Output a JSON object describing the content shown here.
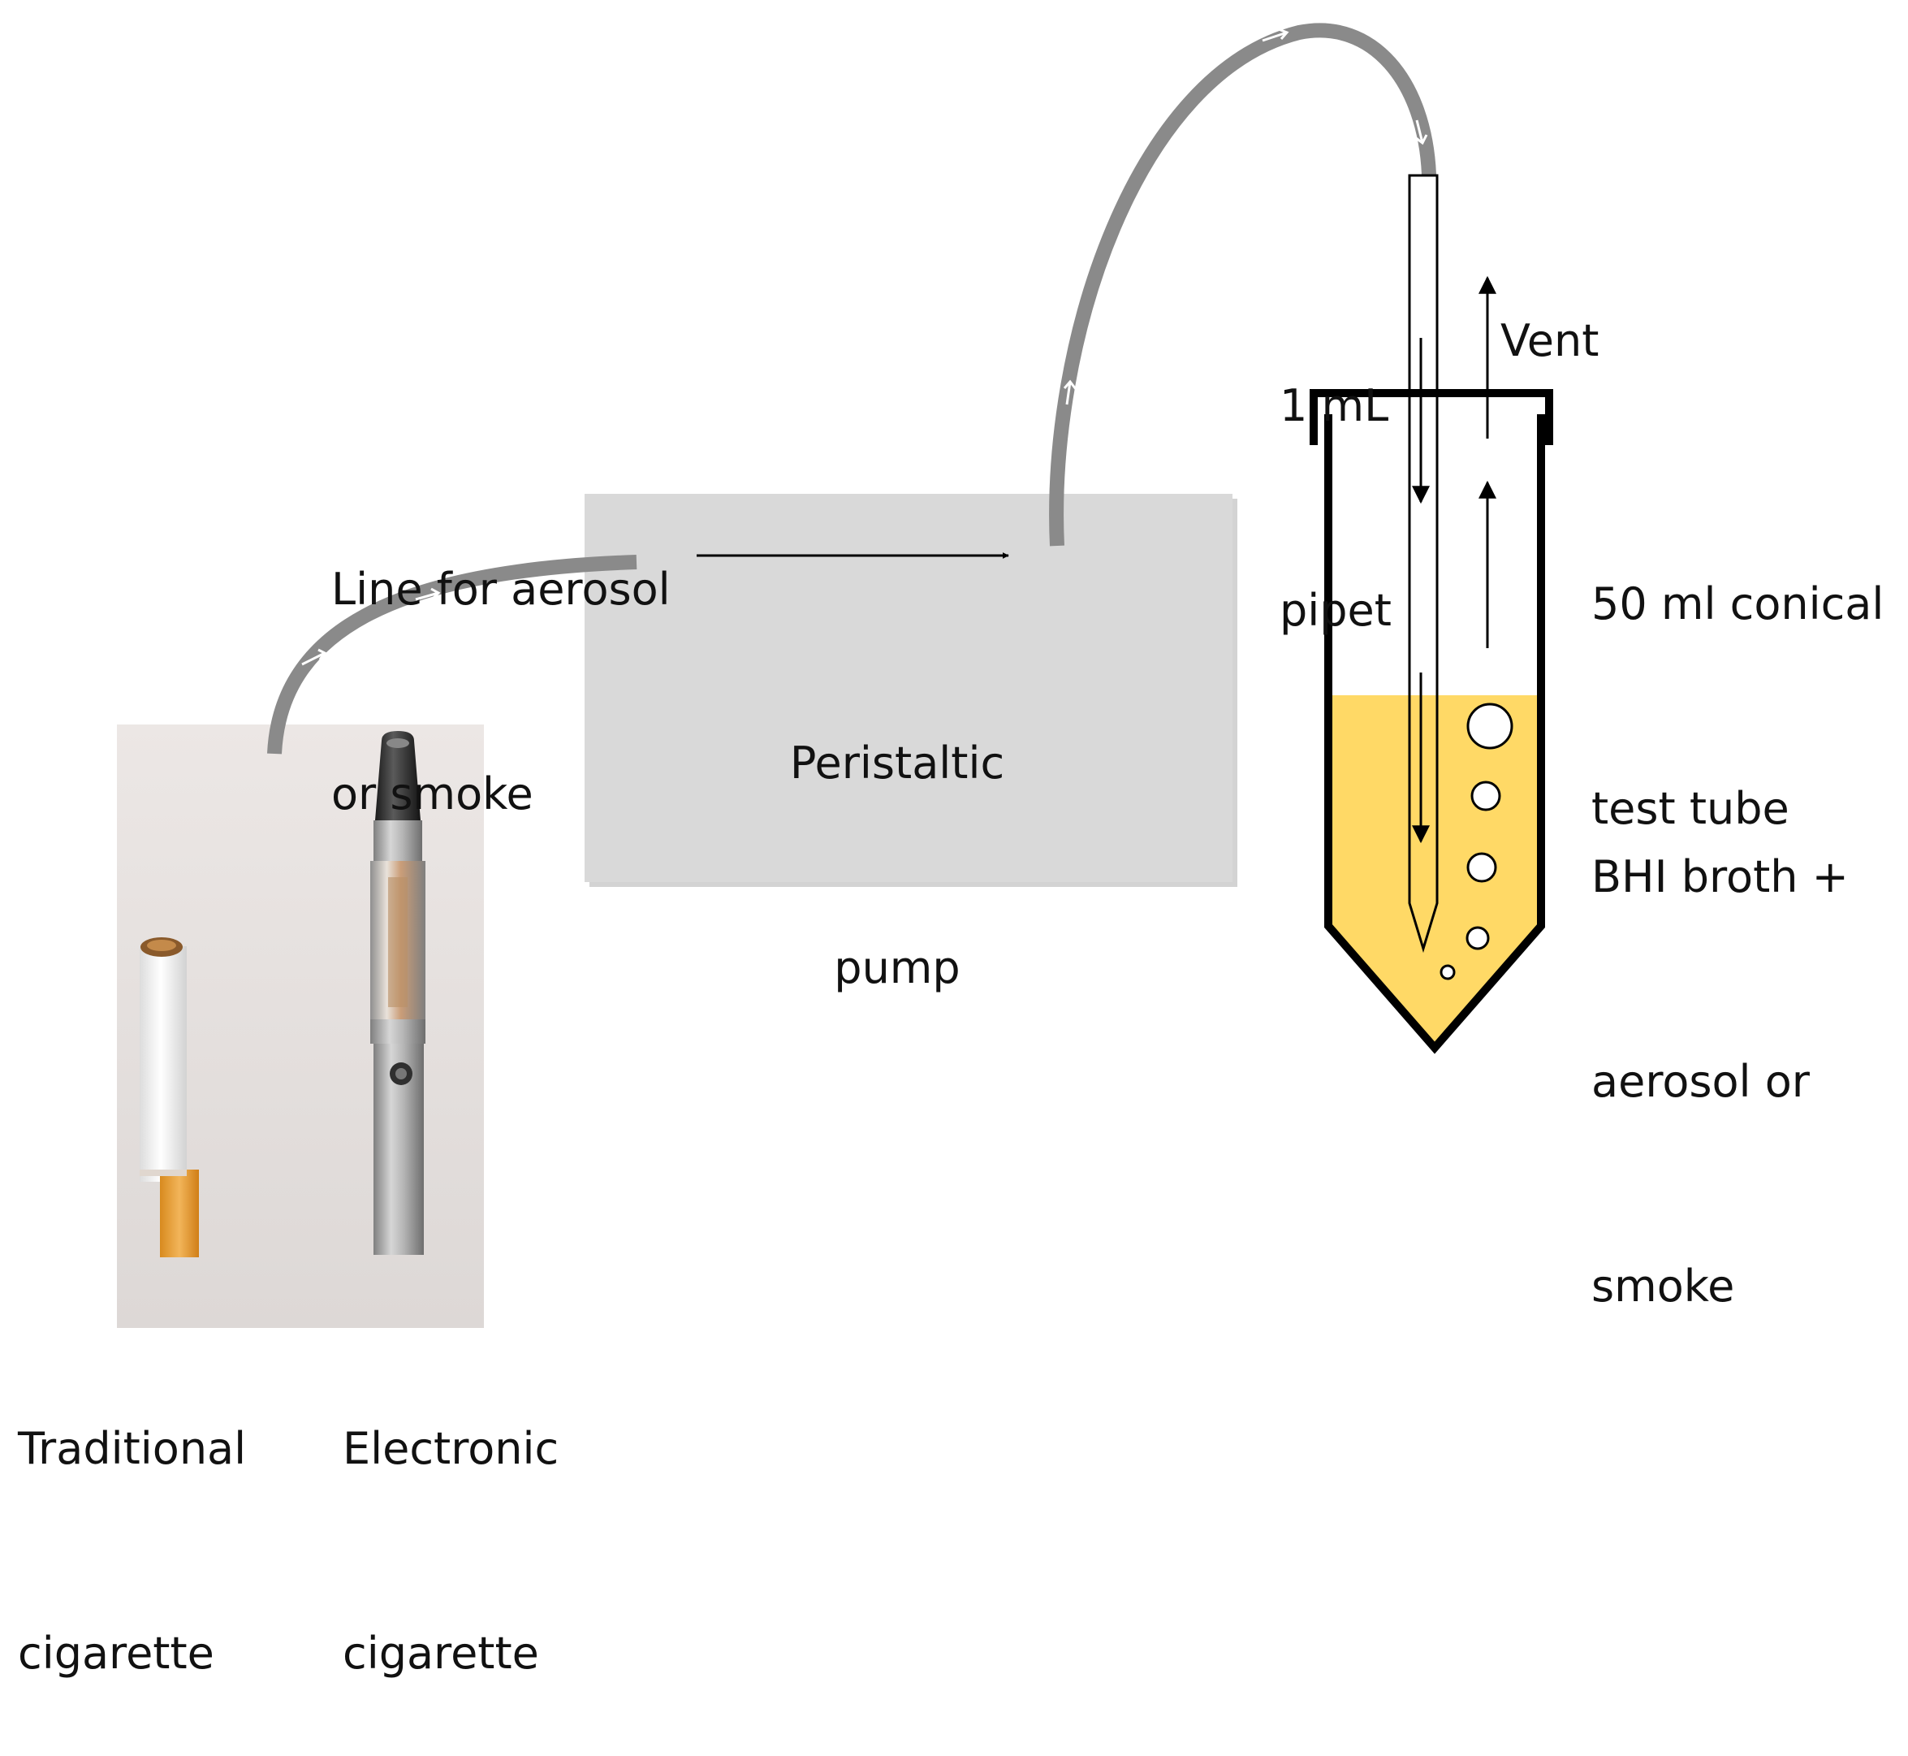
{
  "labels": {
    "line": [
      "Line for aerosol",
      "or smoke"
    ],
    "pump": [
      "Peristaltic",
      "pump"
    ],
    "pipet": [
      "1 mL",
      "pipet"
    ],
    "vent": "Vent",
    "tube": [
      "50 ml conical",
      "test tube"
    ],
    "broth": [
      "BHI broth +",
      "aerosol or",
      "smoke"
    ],
    "traditional": [
      "Traditional",
      "cigarette"
    ],
    "electronic": [
      "Electronic",
      "cigarette"
    ]
  },
  "colors": {
    "tubing": "#8a8a8a",
    "pump_box": "#d9d9d9",
    "broth": "#ffd966",
    "tube_outline": "#000000",
    "photo_background": "#e6e1df",
    "cigarette_filter": "#e8a33a",
    "ecig_steel": "#a9a9a9",
    "ecig_mouthpiece": "#2a2a2a"
  },
  "icons": {
    "pump": "peristaltic-pump-box",
    "tube": "conical-test-tube",
    "photo": "cigarettes-photo"
  }
}
